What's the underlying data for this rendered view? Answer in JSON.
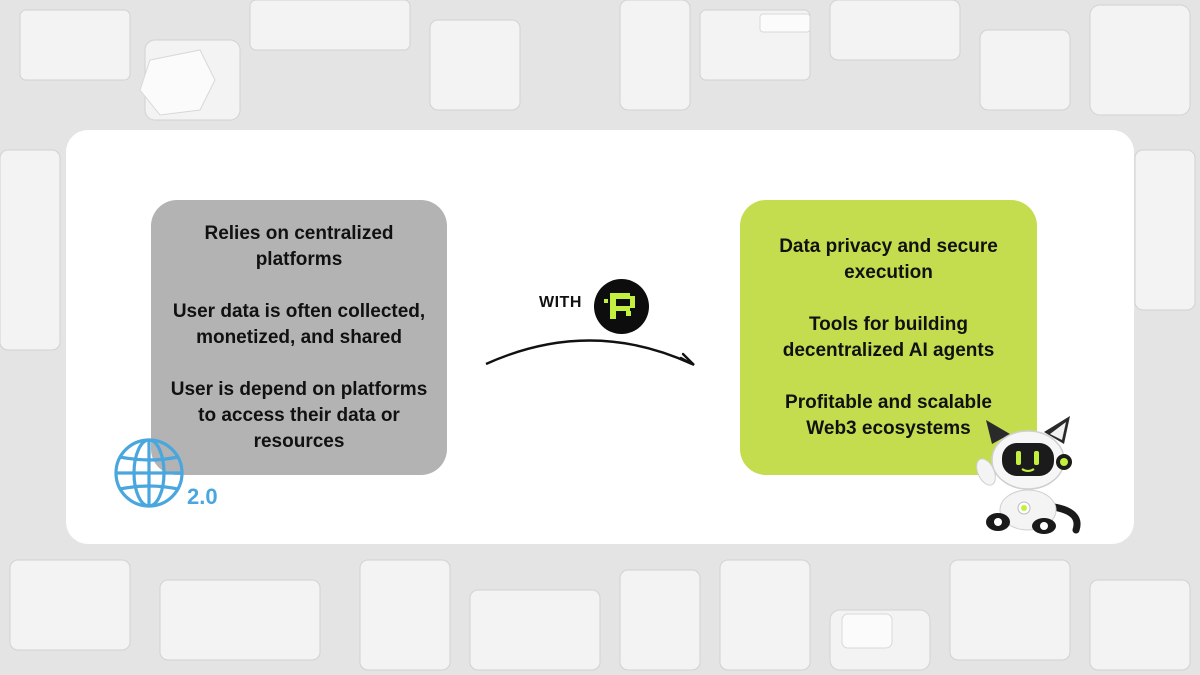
{
  "colors": {
    "left_box": "#b3b3b3",
    "right_box": "#c3dd4f",
    "accent_green": "#c3f03f",
    "globe_blue": "#49a6de",
    "logo_bg": "#0d0d0d"
  },
  "left": {
    "items": [
      "Relies on centralized platforms",
      "User data is often collected, monetized, and shared",
      "User is depend on platforms to access their data or resources"
    ],
    "badge_label": "2.0"
  },
  "middle": {
    "with_label": "WITH",
    "logo_icon": "p-pixel-logo-icon"
  },
  "right": {
    "items": [
      "Data privacy and secure execution",
      "Tools for building decentralized AI agents",
      "Profitable and scalable Web3 ecosystems"
    ],
    "mascot_icon": "robot-cat-mascot-icon"
  }
}
